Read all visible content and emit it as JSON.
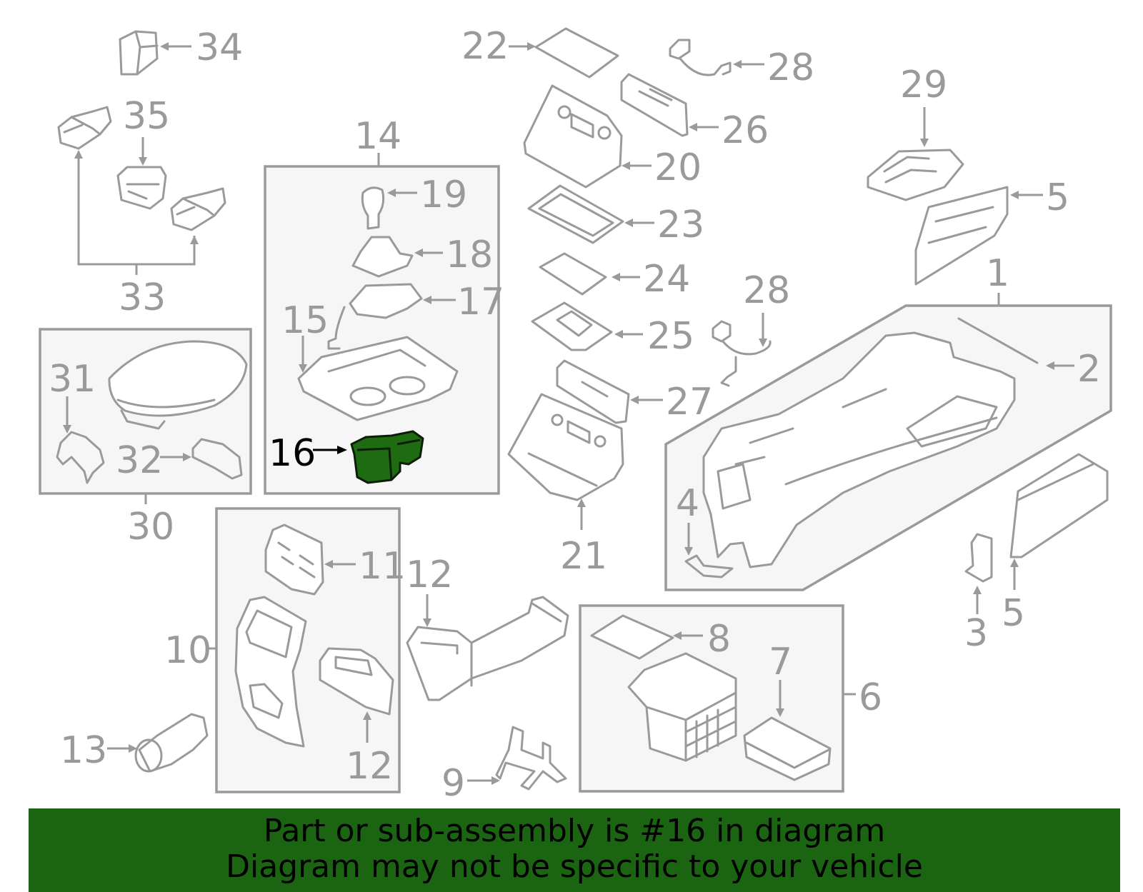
{
  "callouts": {
    "c1": "1",
    "c2": "2",
    "c3": "3",
    "c4": "4",
    "c5a": "5",
    "c5b": "5",
    "c6": "6",
    "c7": "7",
    "c8": "8",
    "c9": "9",
    "c10": "10",
    "c11": "11",
    "c12a": "12",
    "c12b": "12",
    "c13": "13",
    "c14": "14",
    "c15": "15",
    "c16": "16",
    "c17": "17",
    "c18": "18",
    "c19": "19",
    "c20": "20",
    "c21": "21",
    "c22": "22",
    "c23": "23",
    "c24": "24",
    "c25": "25",
    "c26": "26",
    "c27": "27",
    "c28a": "28",
    "c28b": "28",
    "c29": "29",
    "c30": "30",
    "c31": "31",
    "c32": "32",
    "c33": "33",
    "c34": "34",
    "c35": "35"
  },
  "highlighted_part": "16",
  "colors": {
    "line": "#9a9a9a",
    "highlight_fill": "#1f6b12",
    "banner_bg": "#1a6412",
    "box_bg": "#f6f6f6"
  },
  "banner": {
    "line1": "Part or sub-assembly is #16 in diagram",
    "line2": "Diagram may not be specific to your vehicle"
  }
}
